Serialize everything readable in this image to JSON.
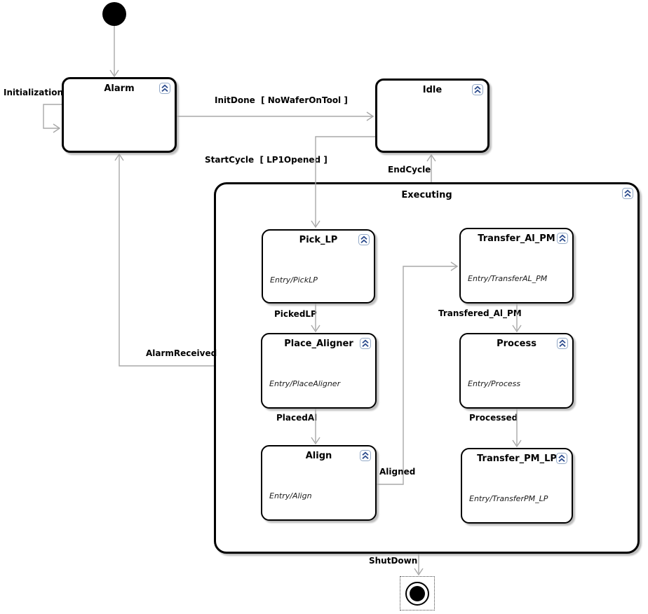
{
  "states": {
    "alarm": {
      "title": "Alarm"
    },
    "idle": {
      "title": "Idle"
    },
    "executing": {
      "title": "Executing"
    },
    "pick_lp": {
      "title": "Pick_LP",
      "entry": "Entry/PickLP"
    },
    "place_aligner": {
      "title": "Place_Aligner",
      "entry": "Entry/PlaceAligner"
    },
    "align": {
      "title": "Align",
      "entry": "Entry/Align"
    },
    "transfer_al_pm": {
      "title": "Transfer_Al_PM",
      "entry": "Entry/TransferAL_PM"
    },
    "process": {
      "title": "Process",
      "entry": "Entry/Process"
    },
    "transfer_pm_lp": {
      "title": "Transfer_PM_LP",
      "entry": "Entry/TransferPM_LP"
    }
  },
  "transitions": {
    "initialization": "Initialization",
    "init_done": "InitDone  [ NoWaferOnTool ]",
    "start_cycle": "StartCycle  [ LP1Opened ]",
    "end_cycle": "EndCycle",
    "alarm_received": "AlarmReceived",
    "picked_lp": "PickedLP",
    "placed_al": "PlacedAl",
    "aligned": "Aligned",
    "transfered_al_pm": "Transfered_Al_PM",
    "processed": "Processed",
    "shutdown": "ShutDown"
  },
  "icons": {
    "collapse": "double-chevron-up"
  },
  "colors": {
    "connector": "#a8a8a8",
    "state_border": "#000000",
    "state_fill": "#ffffff",
    "shadow": "#bdbdbd",
    "collapse_chevron": "#2e4d8e",
    "collapse_border": "#93a9c7"
  }
}
